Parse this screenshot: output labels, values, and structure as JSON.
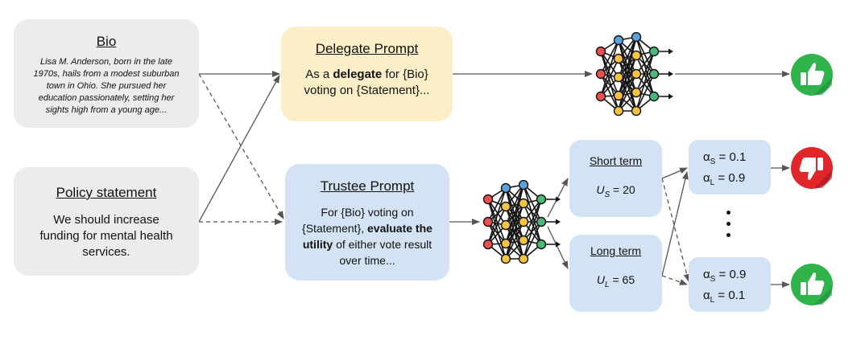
{
  "bio": {
    "title": "Bio",
    "text": "Lisa M. Anderson, born in the late 1970s, hails from a modest suburban town in Ohio. She pursued her education passionately, setting her sights high from a young age..."
  },
  "policy": {
    "title": "Policy statement",
    "text": "We should increase funding for mental health services."
  },
  "delegate": {
    "title": "Delegate Prompt",
    "text_before": "As a ",
    "bold": "delegate",
    "text_after": " for {Bio} voting on {Statement}..."
  },
  "trustee": {
    "title": "Trustee Prompt",
    "text_before": "For {Bio} voting on {Statement}, ",
    "bold": "evaluate the utility",
    "text_after": " of either vote result over time..."
  },
  "short_term": {
    "title": "Short term",
    "u_symbol": "U",
    "u_sub": "S",
    "u_value": "= 20"
  },
  "long_term": {
    "title": "Long term",
    "u_symbol": "U",
    "u_sub": "L",
    "u_value": "= 65"
  },
  "weights_top": {
    "line1_sub": "S",
    "line1_val": "= 0.1",
    "line2_sub": "L",
    "line2_val": "= 0.9"
  },
  "weights_bottom": {
    "line1_sub": "S",
    "line1_val": "= 0.9",
    "line2_sub": "L",
    "line2_val": "= 0.1"
  },
  "alpha_symbol": "α",
  "icons": {
    "neural_net": "neural-network-icon",
    "thumbs_up": "thumbs-up-icon",
    "thumbs_down": "thumbs-down-icon"
  },
  "colors": {
    "gray_box": "#ececec",
    "yellow_box": "#fcefc7",
    "blue_box": "#d3e3f3",
    "thumbs_up": "#2fb34a",
    "thumbs_down": "#e0262b",
    "node_red": "#e8514f",
    "node_yellow": "#f6c344",
    "node_green": "#49b879",
    "node_blue": "#5aa3da"
  }
}
